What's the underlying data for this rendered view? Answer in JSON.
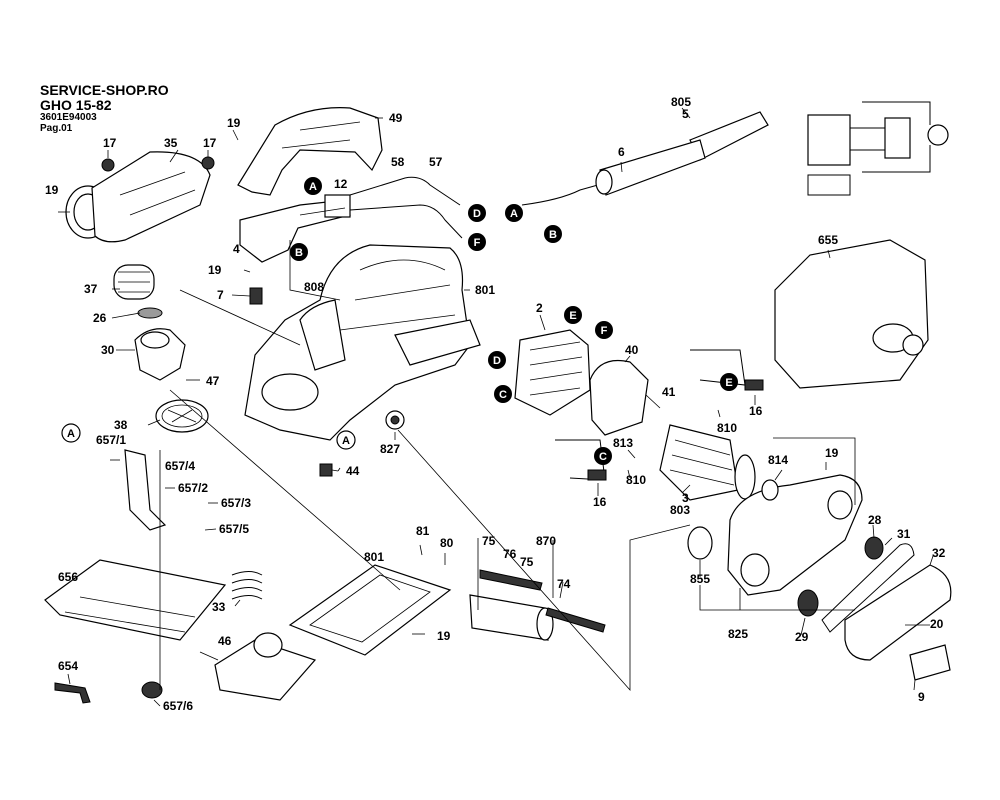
{
  "header": {
    "shop": "SERVICE-SHOP.RO",
    "model": "GHO 15-82",
    "code": "3601E94003",
    "page": "Pag.01"
  },
  "callouts": [
    {
      "id": "17a",
      "text": "17"
    },
    {
      "id": "35",
      "text": "35"
    },
    {
      "id": "17b",
      "text": "17"
    },
    {
      "id": "19a",
      "text": "19"
    },
    {
      "id": "49",
      "text": "49"
    },
    {
      "id": "19b",
      "text": "19"
    },
    {
      "id": "58",
      "text": "58"
    },
    {
      "id": "57",
      "text": "57"
    },
    {
      "id": "12",
      "text": "12"
    },
    {
      "id": "4",
      "text": "4"
    },
    {
      "id": "37",
      "text": "37"
    },
    {
      "id": "19c",
      "text": "19"
    },
    {
      "id": "7",
      "text": "7"
    },
    {
      "id": "808",
      "text": "808"
    },
    {
      "id": "801a",
      "text": "801"
    },
    {
      "id": "26",
      "text": "26"
    },
    {
      "id": "30",
      "text": "30"
    },
    {
      "id": "47",
      "text": "47"
    },
    {
      "id": "38",
      "text": "38"
    },
    {
      "id": "657_1",
      "text": "657/1"
    },
    {
      "id": "657_4",
      "text": "657/4"
    },
    {
      "id": "657_2",
      "text": "657/2"
    },
    {
      "id": "657_3",
      "text": "657/3"
    },
    {
      "id": "657_5",
      "text": "657/5"
    },
    {
      "id": "44",
      "text": "44"
    },
    {
      "id": "827",
      "text": "827"
    },
    {
      "id": "805",
      "text": "805"
    },
    {
      "id": "5",
      "text": "5"
    },
    {
      "id": "6",
      "text": "6"
    },
    {
      "id": "655",
      "text": "655"
    },
    {
      "id": "2",
      "text": "2"
    },
    {
      "id": "40",
      "text": "40"
    },
    {
      "id": "41",
      "text": "41"
    },
    {
      "id": "810a",
      "text": "810"
    },
    {
      "id": "16a",
      "text": "16"
    },
    {
      "id": "813",
      "text": "813"
    },
    {
      "id": "810b",
      "text": "810"
    },
    {
      "id": "16b",
      "text": "16"
    },
    {
      "id": "3",
      "text": "3"
    },
    {
      "id": "803",
      "text": "803"
    },
    {
      "id": "814",
      "text": "814"
    },
    {
      "id": "19d",
      "text": "19"
    },
    {
      "id": "28",
      "text": "28"
    },
    {
      "id": "31",
      "text": "31"
    },
    {
      "id": "32",
      "text": "32"
    },
    {
      "id": "855",
      "text": "855"
    },
    {
      "id": "825",
      "text": "825"
    },
    {
      "id": "29",
      "text": "29"
    },
    {
      "id": "20",
      "text": "20"
    },
    {
      "id": "9",
      "text": "9"
    },
    {
      "id": "81",
      "text": "81"
    },
    {
      "id": "80",
      "text": "80"
    },
    {
      "id": "801b",
      "text": "801"
    },
    {
      "id": "75a",
      "text": "75"
    },
    {
      "id": "76",
      "text": "76"
    },
    {
      "id": "870",
      "text": "870"
    },
    {
      "id": "75b",
      "text": "75"
    },
    {
      "id": "74",
      "text": "74"
    },
    {
      "id": "19e",
      "text": "19"
    },
    {
      "id": "656",
      "text": "656"
    },
    {
      "id": "33",
      "text": "33"
    },
    {
      "id": "46",
      "text": "46"
    },
    {
      "id": "654",
      "text": "654"
    },
    {
      "id": "657_6",
      "text": "657/6"
    }
  ],
  "connectors": [
    {
      "id": "A1",
      "text": "A",
      "style": "filled"
    },
    {
      "id": "B1",
      "text": "B",
      "style": "filled"
    },
    {
      "id": "D1",
      "text": "D",
      "style": "filled"
    },
    {
      "id": "F1",
      "text": "F",
      "style": "filled"
    },
    {
      "id": "A2",
      "text": "A",
      "style": "filled"
    },
    {
      "id": "B2",
      "text": "B",
      "style": "filled"
    },
    {
      "id": "E1",
      "text": "E",
      "style": "filled"
    },
    {
      "id": "F2",
      "text": "F",
      "style": "filled"
    },
    {
      "id": "D2",
      "text": "D",
      "style": "filled"
    },
    {
      "id": "C1",
      "text": "C",
      "style": "filled"
    },
    {
      "id": "E2",
      "text": "E",
      "style": "filled"
    },
    {
      "id": "C2",
      "text": "C",
      "style": "filled"
    },
    {
      "id": "A3",
      "text": "A",
      "style": "outline"
    },
    {
      "id": "A4",
      "text": "A",
      "style": "outline"
    }
  ],
  "colors": {
    "ink": "#000000",
    "paper": "#ffffff",
    "shade": "#9a9a9a"
  }
}
